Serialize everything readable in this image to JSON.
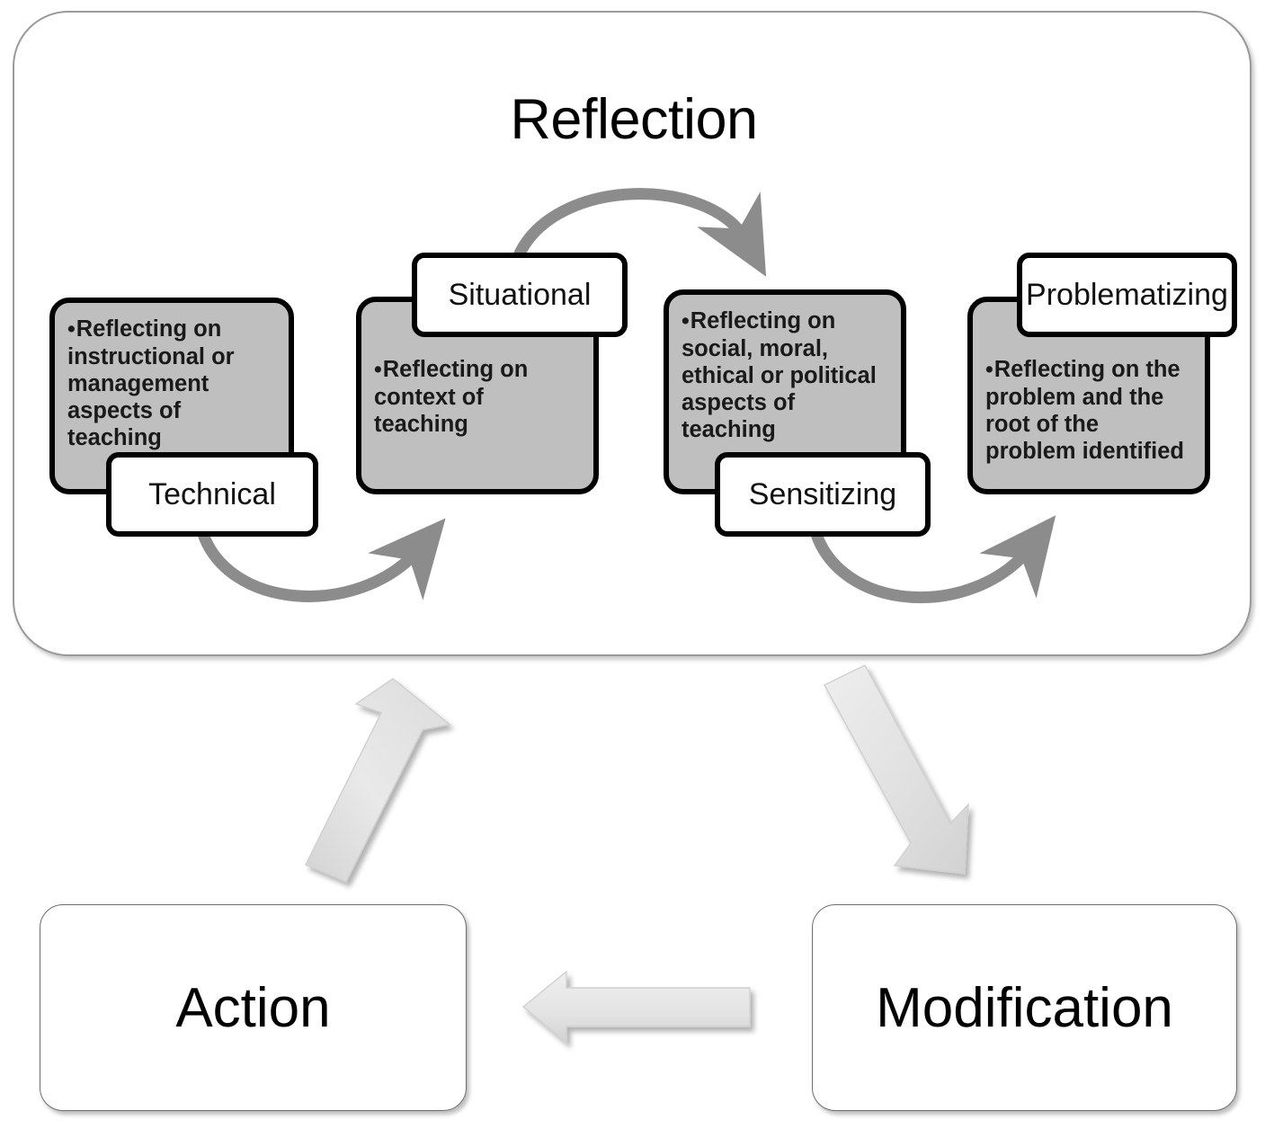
{
  "diagram": {
    "title": "Reflection",
    "colors": {
      "body_fill": "#bfbfbf",
      "body_stroke": "#000000",
      "label_fill": "#ffffff",
      "panel_stroke": "#9a9a9a",
      "curved_arrow": "#8c8c8c",
      "block_arrow_fill": "#e4e4e4",
      "block_arrow_stroke": "#c9c9c9"
    },
    "levels": [
      {
        "label": "Technical",
        "bullets": "Reflecting on instructional or management aspects of teaching"
      },
      {
        "label": "Situational",
        "bullets": "Reflecting on context of teaching"
      },
      {
        "label": "Sensitizing",
        "bullets": "Reflecting on social, moral, ethical or political aspects of teaching"
      },
      {
        "label": "Problematizing",
        "bullets": "Reflecting on the problem and the root of the problem identified"
      }
    ],
    "stages": [
      {
        "label": "Action"
      },
      {
        "label": "Modification"
      }
    ],
    "connectors": [
      {
        "name": "technical-to-situational",
        "kind": "curved-arrow",
        "direction": "right"
      },
      {
        "name": "situational-to-sensitizing",
        "kind": "curved-arrow",
        "direction": "right"
      },
      {
        "name": "sensitizing-to-problematizing",
        "kind": "curved-arrow",
        "direction": "right"
      },
      {
        "name": "action-to-reflection",
        "kind": "block-arrow",
        "direction": "up-right"
      },
      {
        "name": "reflection-to-modification",
        "kind": "block-arrow",
        "direction": "down-right"
      },
      {
        "name": "modification-to-action",
        "kind": "block-arrow",
        "direction": "left"
      }
    ]
  }
}
